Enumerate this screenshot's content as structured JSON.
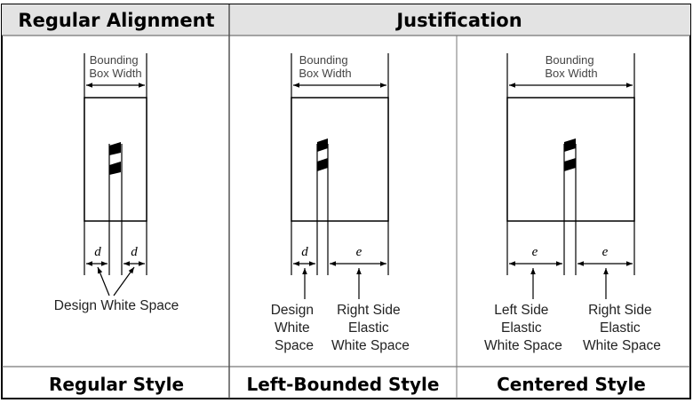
{
  "headers": {
    "regular": "Regular Alignment",
    "justification": "Justification"
  },
  "panels": [
    {
      "id": "regular",
      "footer": "Regular Style",
      "bounding_label": [
        "Bounding",
        "Box Width"
      ],
      "gaps": [
        "d",
        "d"
      ],
      "annotations": [
        [
          "Design White Space"
        ]
      ]
    },
    {
      "id": "left-bounded",
      "footer": "Left-Bounded Style",
      "bounding_label": [
        "Bounding",
        "Box Width"
      ],
      "gaps": [
        "d",
        "e"
      ],
      "annotations": [
        [
          "Design",
          "White",
          "Space"
        ],
        [
          "Right Side",
          "Elastic",
          "White Space"
        ]
      ]
    },
    {
      "id": "centered",
      "footer": "Centered Style",
      "bounding_label": [
        "Bounding",
        "Box Width"
      ],
      "gaps": [
        "e",
        "e"
      ],
      "annotations": [
        [
          "Left Side",
          "Elastic",
          "White Space"
        ],
        [
          "Right Side",
          "Elastic",
          "White Space"
        ]
      ]
    }
  ]
}
